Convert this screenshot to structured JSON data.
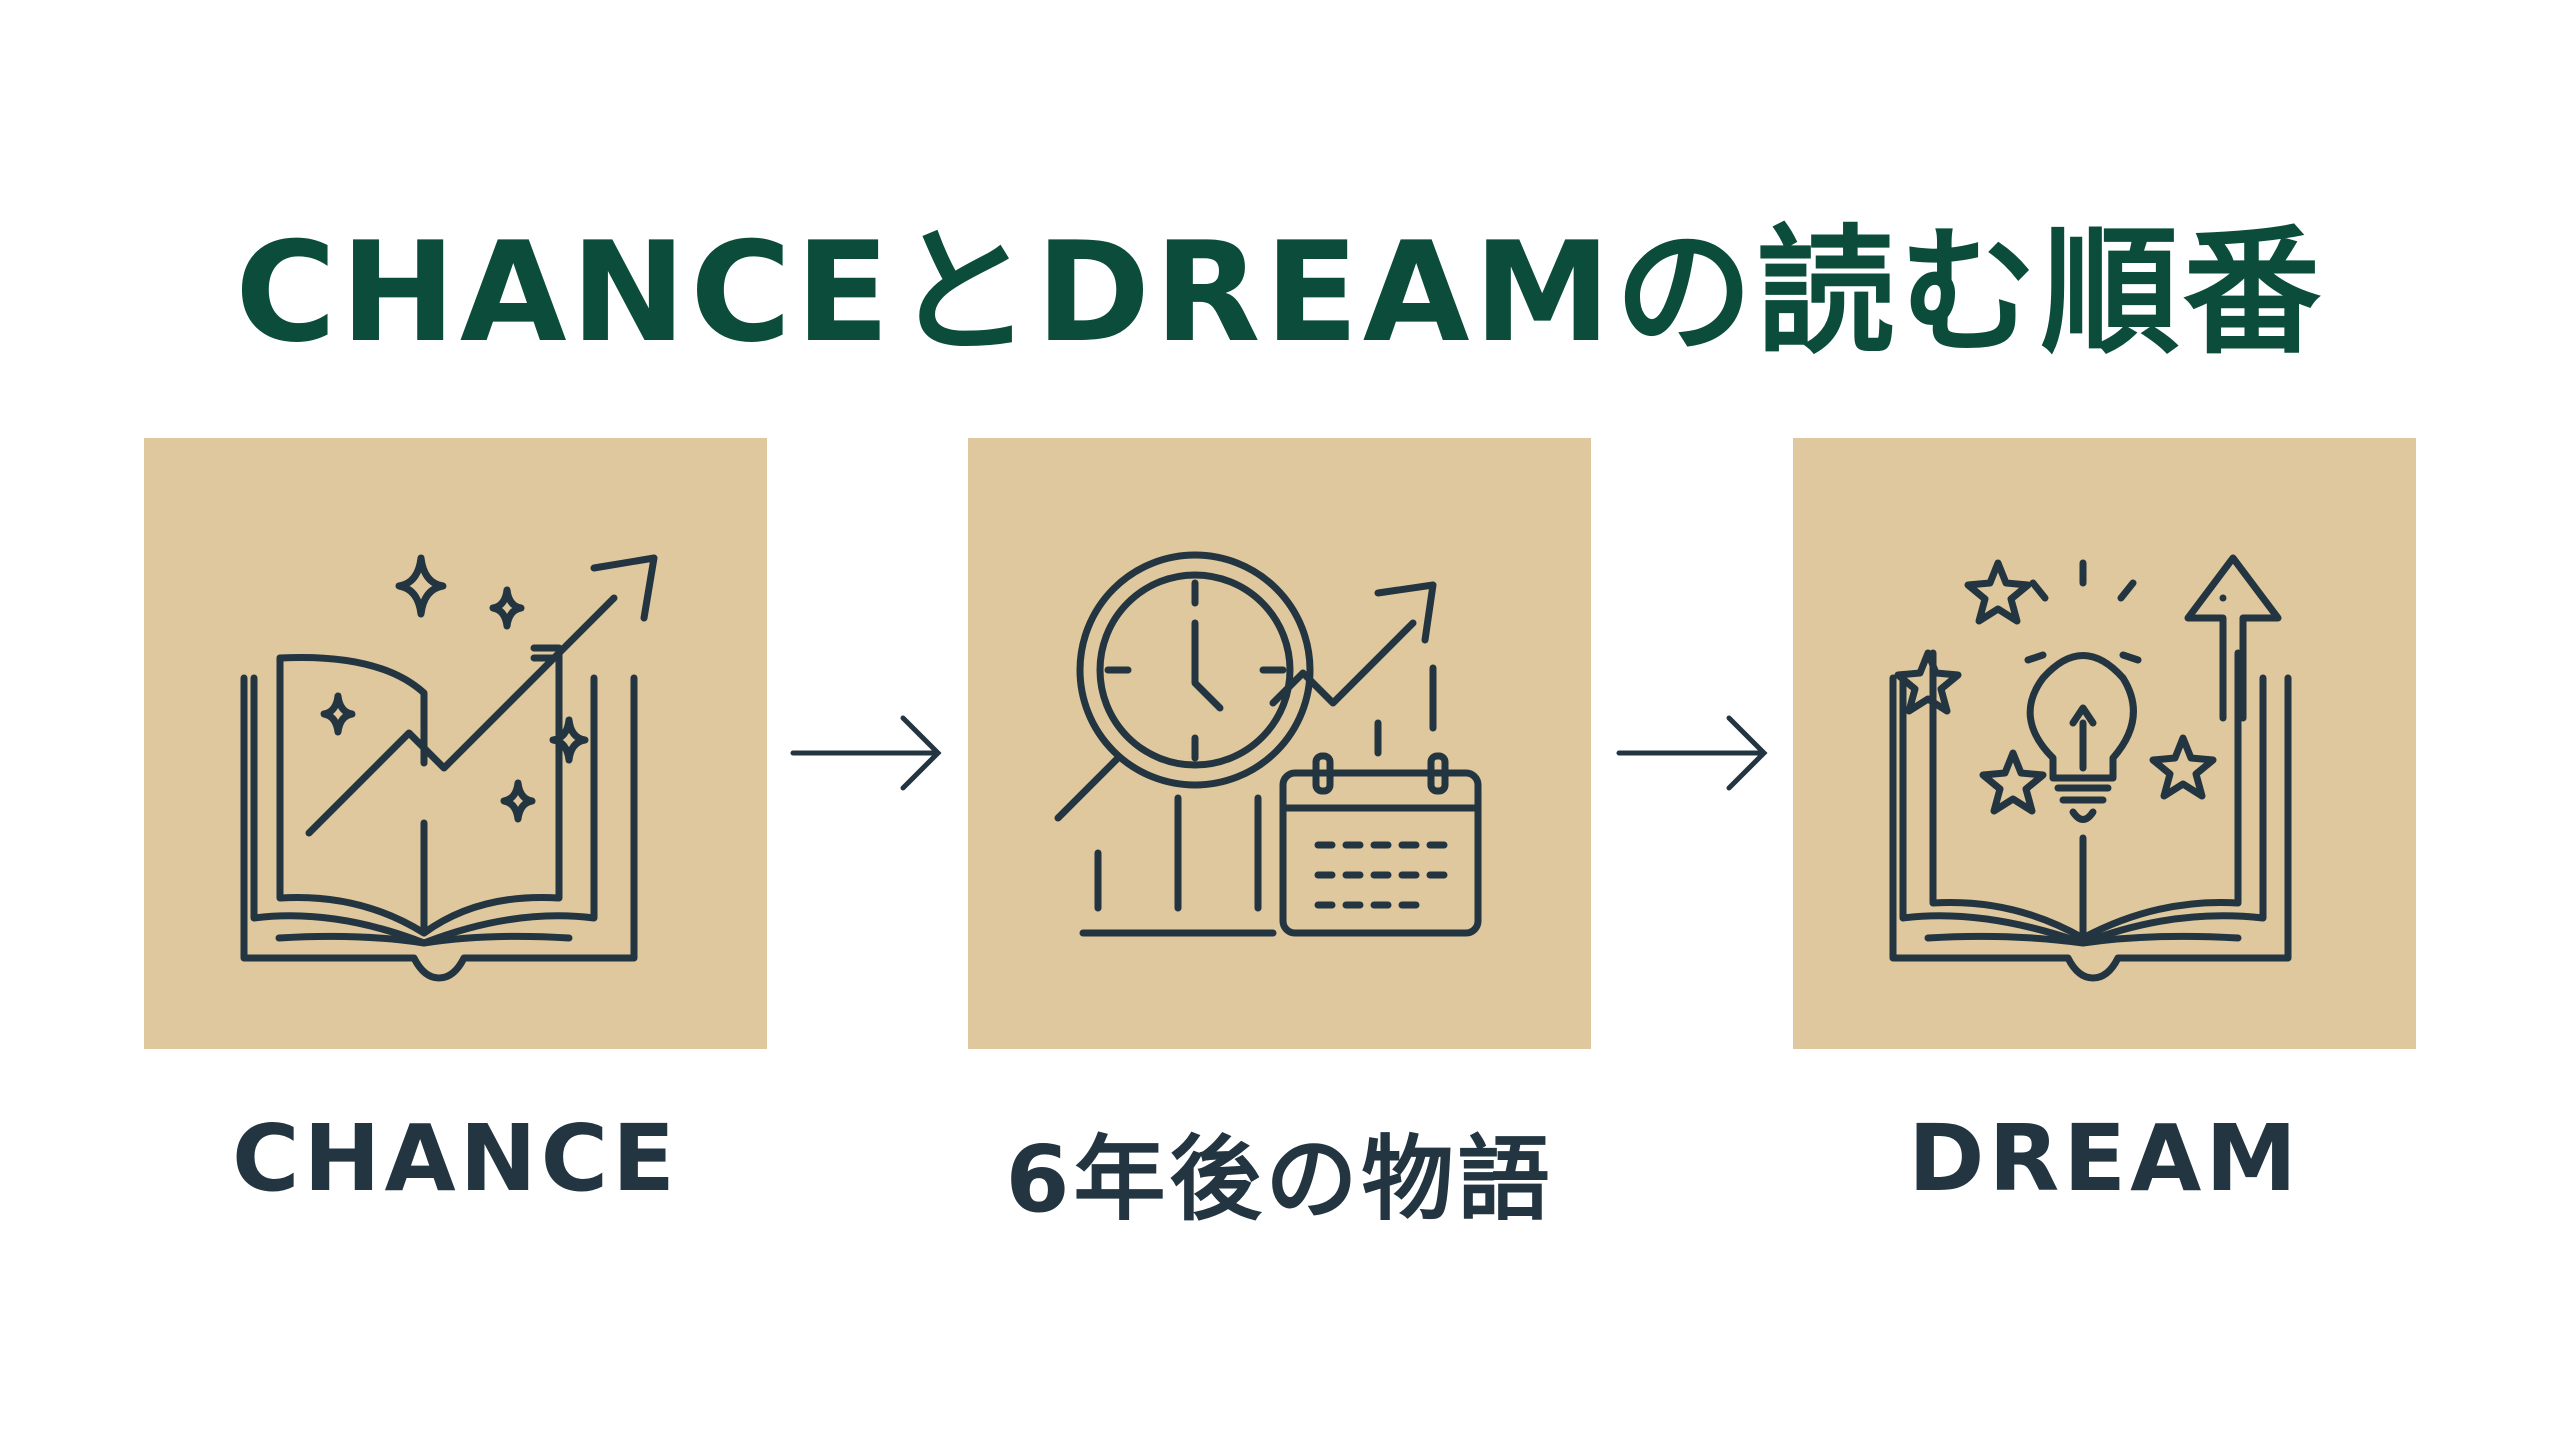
{
  "title": "CHANCEとDREAMの読む順番",
  "colors": {
    "title": "#0b4d3a",
    "box": "#e0c89e",
    "icon": "#233540"
  },
  "steps": [
    {
      "label": "CHANCE",
      "icon": "open-book-sparkles-arrow-icon"
    },
    {
      "label": "6年後の物語",
      "icon": "clock-calendar-growth-icon"
    },
    {
      "label": "DREAM",
      "icon": "book-lightbulb-stars-icon"
    }
  ]
}
